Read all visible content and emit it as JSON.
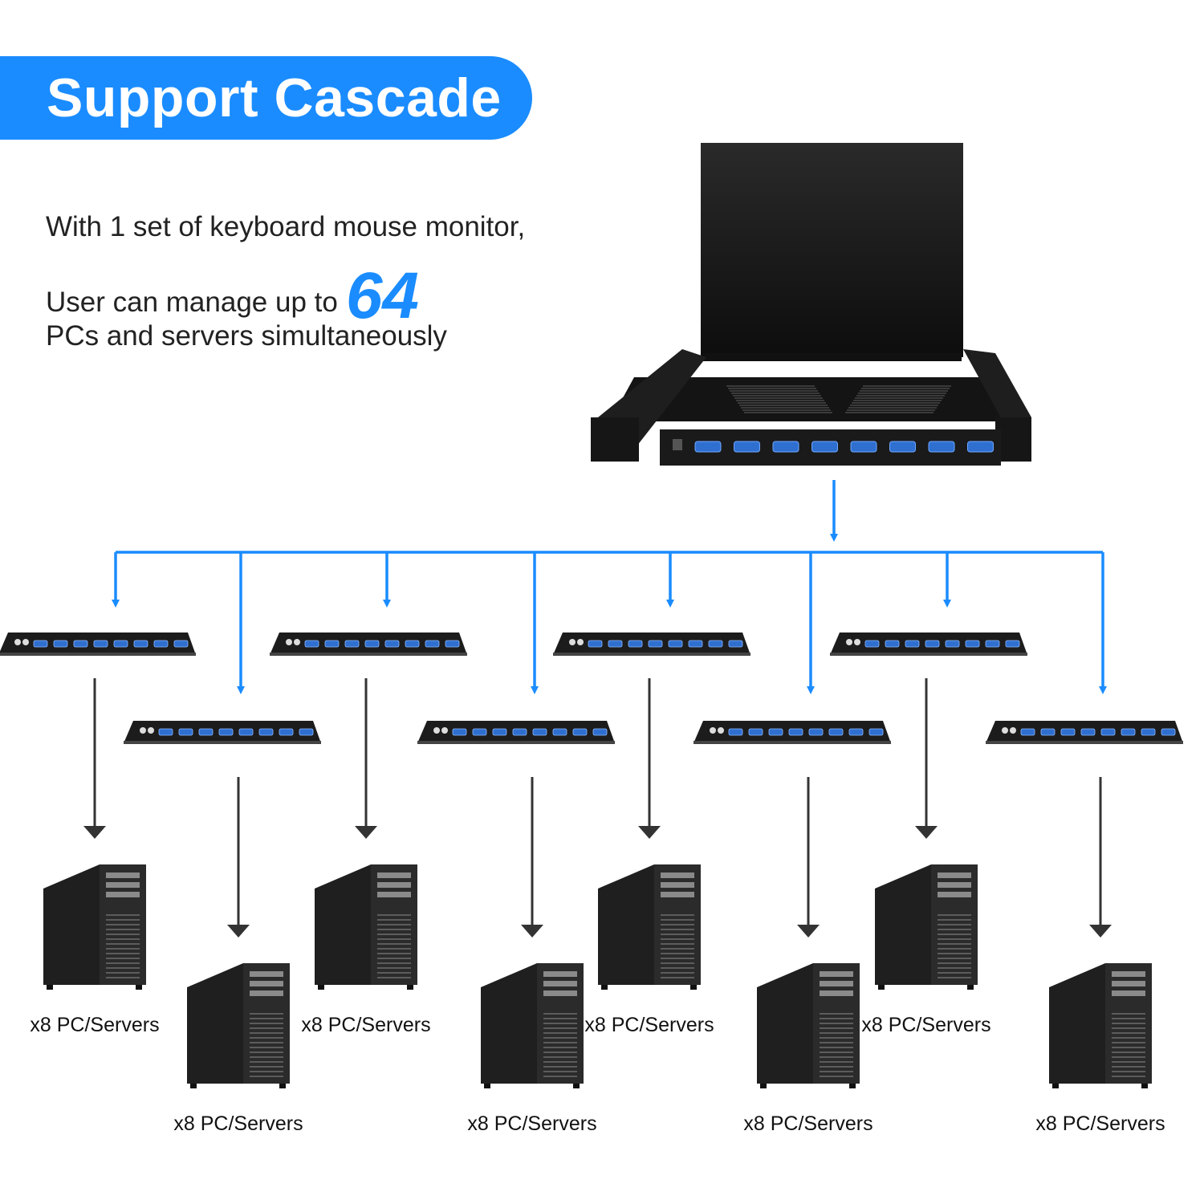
{
  "title": "Support Cascade",
  "intro": {
    "line1": "With 1 set of keyboard mouse monitor,",
    "line2": "User can manage up to",
    "highlight": "64",
    "line3": "PCs and servers simultaneously"
  },
  "colors": {
    "accent": "#1a8cff",
    "device": "#1c1c1c",
    "vga_port": "#2f6fd0",
    "dark_arrow": "#333333",
    "text": "#222222"
  },
  "console": {
    "ports": 8
  },
  "cascade": {
    "switch_count": 8,
    "ports_per_switch": 8,
    "group_label": "x8 PC/Servers"
  },
  "groups": [
    {
      "label": "x8 PC/Servers"
    },
    {
      "label": "x8 PC/Servers"
    },
    {
      "label": "x8 PC/Servers"
    },
    {
      "label": "x8 PC/Servers"
    },
    {
      "label": "x8 PC/Servers"
    },
    {
      "label": "x8 PC/Servers"
    },
    {
      "label": "x8 PC/Servers"
    },
    {
      "label": "x8 PC/Servers"
    }
  ]
}
